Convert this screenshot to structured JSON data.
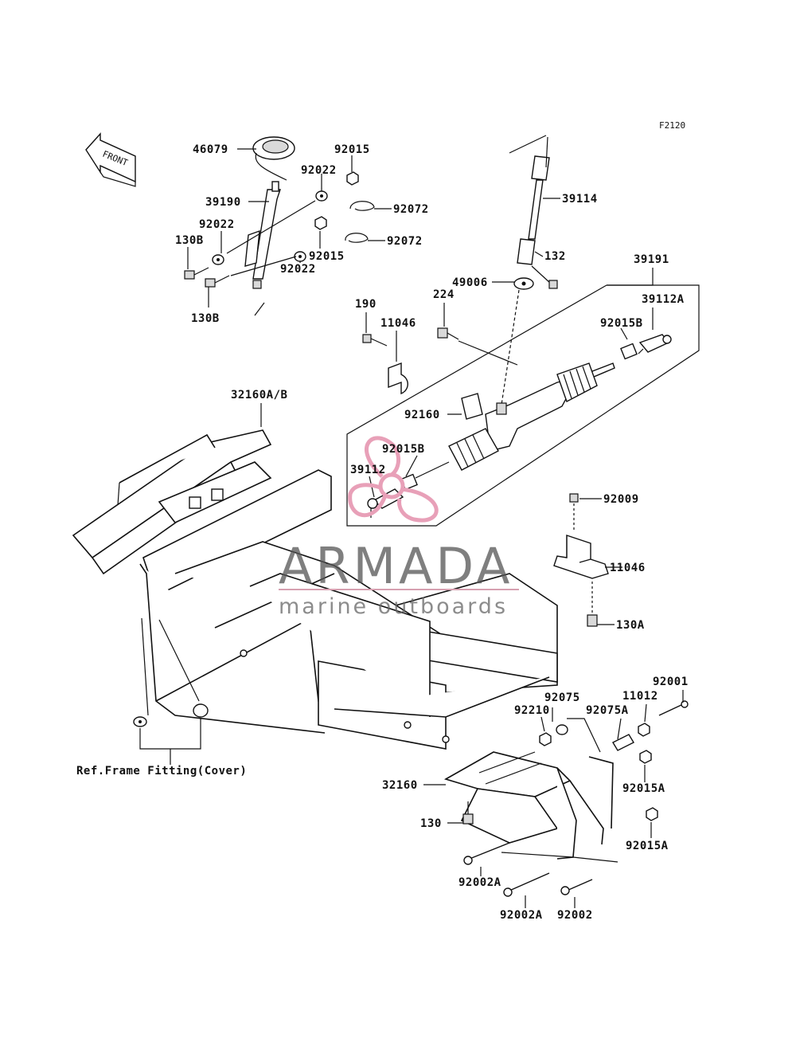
{
  "figure_code": "F2120",
  "front_arrow_label": "FRONT",
  "reference_note": "Ref.Frame Fitting(Cover)",
  "watermark": {
    "brand": "ARMADA",
    "tagline": "marine outboards",
    "logo_color": "#e8a0b8"
  },
  "callouts": [
    {
      "id": "c46079",
      "text": "46079"
    },
    {
      "id": "c92015a",
      "text": "92015"
    },
    {
      "id": "c92022a",
      "text": "92022"
    },
    {
      "id": "c39190",
      "text": "39190"
    },
    {
      "id": "c92022b",
      "text": "92022"
    },
    {
      "id": "c130b1",
      "text": "130B"
    },
    {
      "id": "c92015b",
      "text": "92015"
    },
    {
      "id": "c92022c",
      "text": "92022"
    },
    {
      "id": "c130b2",
      "text": "130B"
    },
    {
      "id": "c92072a",
      "text": "92072"
    },
    {
      "id": "c92072b",
      "text": "92072"
    },
    {
      "id": "c39114",
      "text": "39114"
    },
    {
      "id": "c132",
      "text": "132"
    },
    {
      "id": "c39191",
      "text": "39191"
    },
    {
      "id": "c49006",
      "text": "49006"
    },
    {
      "id": "c39112a",
      "text": "39112A"
    },
    {
      "id": "c190",
      "text": "190"
    },
    {
      "id": "c224",
      "text": "224"
    },
    {
      "id": "c11046a",
      "text": "11046"
    },
    {
      "id": "c92015b2",
      "text": "92015B"
    },
    {
      "id": "c32160ab",
      "text": "32160A/B"
    },
    {
      "id": "c92160",
      "text": "92160"
    },
    {
      "id": "c92015b3",
      "text": "92015B"
    },
    {
      "id": "c39112",
      "text": "39112"
    },
    {
      "id": "c92009",
      "text": "92009"
    },
    {
      "id": "c11046b",
      "text": "11046"
    },
    {
      "id": "c130a",
      "text": "130A"
    },
    {
      "id": "c92001",
      "text": "92001"
    },
    {
      "id": "c92075",
      "text": "92075"
    },
    {
      "id": "c11012",
      "text": "11012"
    },
    {
      "id": "c92210",
      "text": "92210"
    },
    {
      "id": "c92075a",
      "text": "92075A"
    },
    {
      "id": "c32160",
      "text": "32160"
    },
    {
      "id": "c92015a2",
      "text": "92015A"
    },
    {
      "id": "c130",
      "text": "130"
    },
    {
      "id": "c92015a3",
      "text": "92015A"
    },
    {
      "id": "c92002a1",
      "text": "92002A"
    },
    {
      "id": "c92002a2",
      "text": "92002A"
    },
    {
      "id": "c92002",
      "text": "92002"
    }
  ]
}
